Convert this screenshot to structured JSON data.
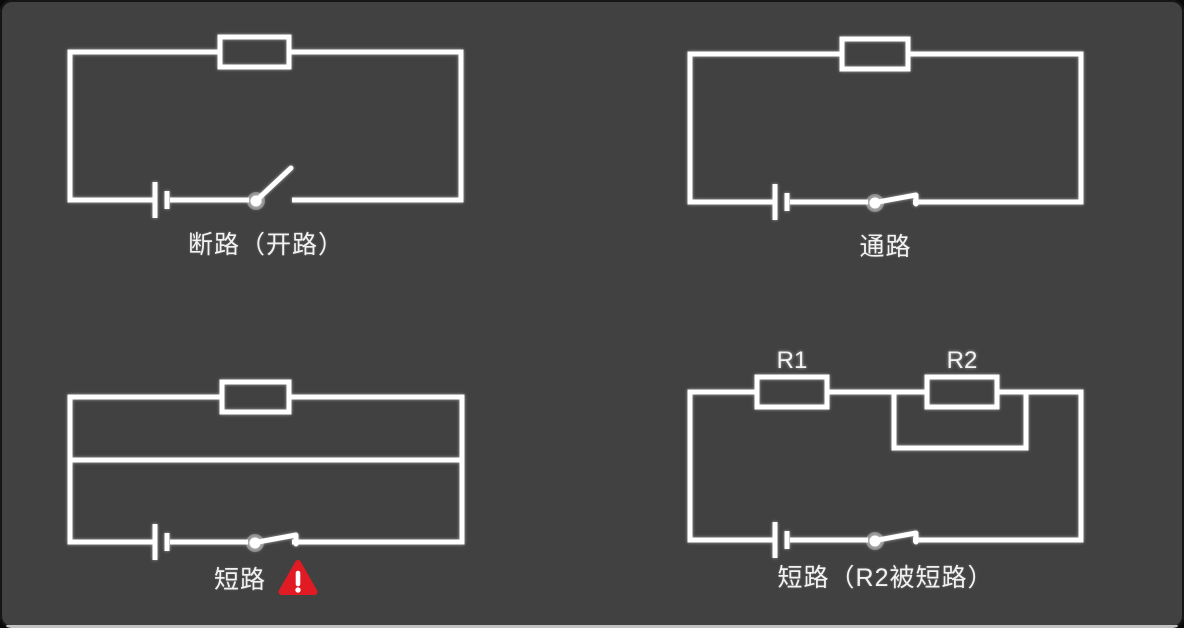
{
  "app": {
    "background_color": "#414141",
    "wire_color": "#ffffff",
    "text_color": "#f2f2f2",
    "warning_color": "#e01b24"
  },
  "diagrams": {
    "top_left": {
      "caption": "断路（开路）",
      "circuit_state": "open-switch"
    },
    "top_right": {
      "caption": "通路",
      "circuit_state": "closed-switch"
    },
    "bottom_left": {
      "caption": "短路",
      "circuit_state": "short-circuit",
      "warning_icon": "warning-triangle-icon"
    },
    "bottom_right": {
      "caption": "短路（R2被短路）",
      "circuit_state": "r2-shorted",
      "resistors": {
        "r1": "R1",
        "r2": "R2"
      }
    }
  }
}
